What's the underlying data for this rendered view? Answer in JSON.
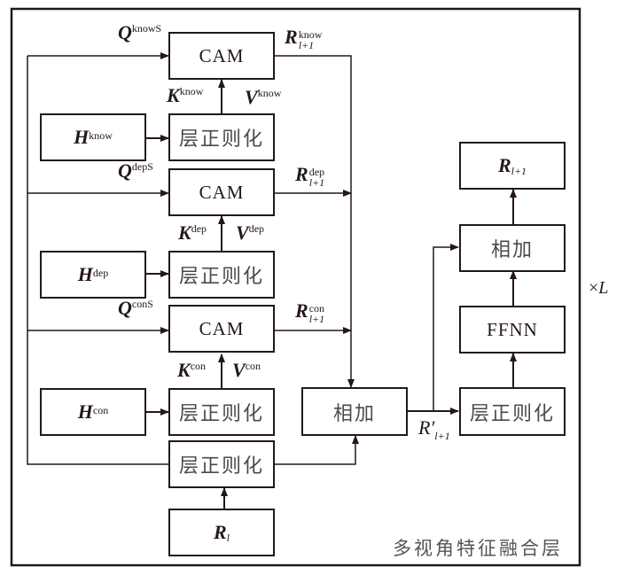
{
  "diagram": {
    "title": "多视角特征融合层",
    "repeat_label": {
      "symbol": "×",
      "var": "L"
    },
    "nodes": {
      "cam_know": "CAM",
      "cam_dep": "CAM",
      "cam_con": "CAM",
      "ln_know": "层正则化",
      "ln_dep": "层正则化",
      "ln_con": "层正则化",
      "ln_input": "层正则化",
      "ln_right": "层正则化",
      "h_know": {
        "var": "H",
        "sup": "know"
      },
      "h_dep": {
        "var": "H",
        "sup": "dep"
      },
      "h_con": {
        "var": "H",
        "sup": "con"
      },
      "r_l": {
        "var": "R",
        "sub": "l"
      },
      "r_l1": {
        "var": "R",
        "sub": "l+1"
      },
      "add_mid": "相加",
      "add_top": "相加",
      "ffnn": "FFNN"
    },
    "labels": {
      "q_know": {
        "var": "Q",
        "sup": "knowS"
      },
      "q_dep": {
        "var": "Q",
        "sup": "depS"
      },
      "q_con": {
        "var": "Q",
        "sup": "conS"
      },
      "k_know": {
        "var": "K",
        "sup": "know"
      },
      "v_know": {
        "var": "V",
        "sup": "know"
      },
      "k_dep": {
        "var": "K",
        "sup": "dep"
      },
      "v_dep": {
        "var": "V",
        "sup": "dep"
      },
      "k_con": {
        "var": "K",
        "sup": "con"
      },
      "v_con": {
        "var": "V",
        "sup": "con"
      },
      "r_know": {
        "var": "R",
        "sup": "know",
        "sub": "l+1"
      },
      "r_dep": {
        "var": "R",
        "sup": "dep",
        "sub": "l+1"
      },
      "r_con": {
        "var": "R",
        "sup": "con",
        "sub": "l+1"
      },
      "r_prime": {
        "var": "R′",
        "sub": "l+1"
      }
    }
  }
}
